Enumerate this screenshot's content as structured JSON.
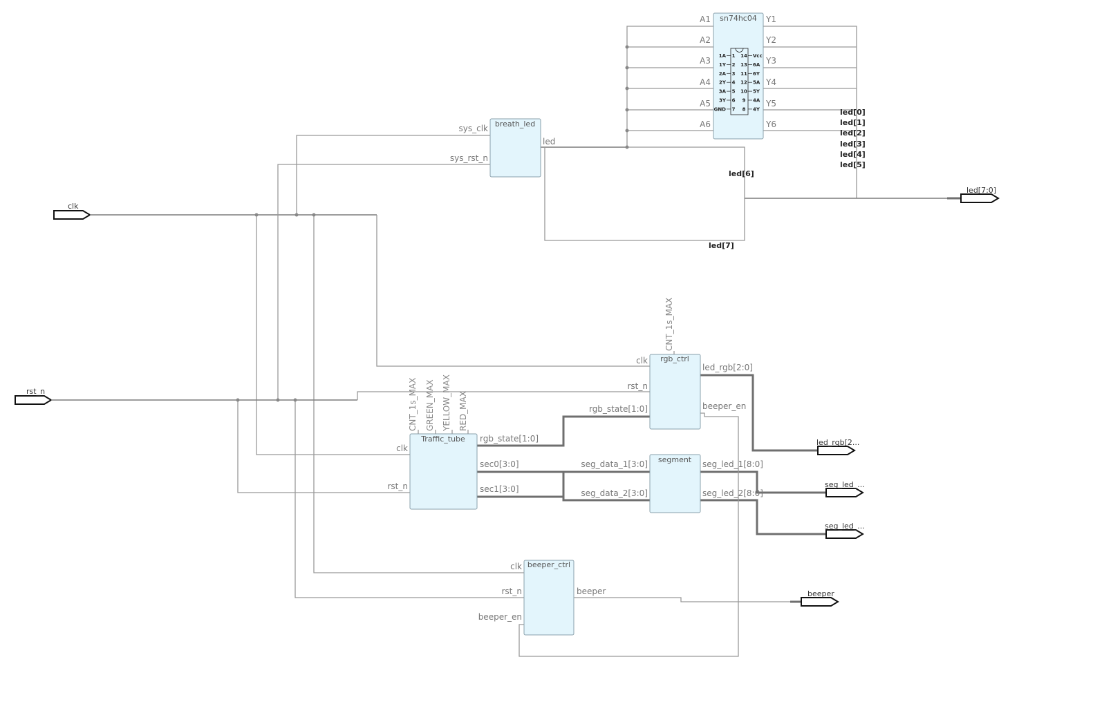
{
  "inputs": {
    "clk": "clk",
    "rst_n": "rst_n"
  },
  "outputs": {
    "led": "led[7:0]",
    "led_rgb": "led_rgb[2...",
    "seg_led_1": "seg_led_...",
    "seg_led_2": "seg_led_...",
    "beeper": "beeper"
  },
  "blocks": {
    "breath_led": {
      "title": "breath_led",
      "ports": {
        "sys_clk": "sys_clk",
        "sys_rst_n": "sys_rst_n",
        "led": "led"
      }
    },
    "sn74hc04": {
      "title": "sn74hc04",
      "inputs": [
        "A1",
        "A2",
        "A3",
        "A4",
        "A5",
        "A6"
      ],
      "outputs": [
        "Y1",
        "Y2",
        "Y3",
        "Y4",
        "Y5",
        "Y6"
      ],
      "chip_left": [
        "1A",
        "1Y",
        "2A",
        "2Y",
        "3A",
        "3Y",
        "GND"
      ],
      "chip_left_num": [
        "1",
        "2",
        "3",
        "4",
        "5",
        "6",
        "7"
      ],
      "chip_right_num": [
        "14",
        "13",
        "11",
        "12",
        "10",
        "9",
        "8"
      ],
      "chip_right": [
        "Vcc",
        "6A",
        "6Y",
        "5A",
        "5Y",
        "4A",
        "4Y"
      ]
    },
    "rgb_ctrl": {
      "title": "rgb_ctrl",
      "param": "CNT_1s_MAX",
      "ports": {
        "clk": "clk",
        "rst_n": "rst_n",
        "rgb_state": "rgb_state[1:0]",
        "led_rgb": "led_rgb[2:0]",
        "beeper_en": "beeper_en"
      }
    },
    "traffic_tube": {
      "title": "Traffic_tube",
      "params": [
        "CNT_1s_MAX",
        "GREEN_MAX",
        "YELLOW_MAX",
        "RED_MAX"
      ],
      "ports": {
        "clk": "clk",
        "rst_n": "rst_n",
        "rgb_state": "rgb_state[1:0]",
        "sec0": "sec0[3:0]",
        "sec1": "sec1[3:0]"
      }
    },
    "segment": {
      "title": "segment",
      "ports": {
        "seg_data_1": "seg_data_1[3:0]",
        "seg_data_2": "seg_data_2[3:0]",
        "seg_led_1": "seg_led_1[8:0]",
        "seg_led_2": "seg_led_2[8:0]"
      }
    },
    "beeper_ctrl": {
      "title": "beeper_ctrl",
      "ports": {
        "clk": "clk",
        "rst_n": "rst_n",
        "beeper_en": "beeper_en",
        "beeper": "beeper"
      }
    }
  },
  "led_bits": [
    "led[0]",
    "led[1]",
    "led[2]",
    "led[3]",
    "led[4]",
    "led[5]",
    "led[6]",
    "led[7]"
  ],
  "colors": {
    "block_fill": "#e3f5fc",
    "block_stroke": "#8aa0ab",
    "wire": "#999999",
    "bus": "#6f6f6f"
  }
}
